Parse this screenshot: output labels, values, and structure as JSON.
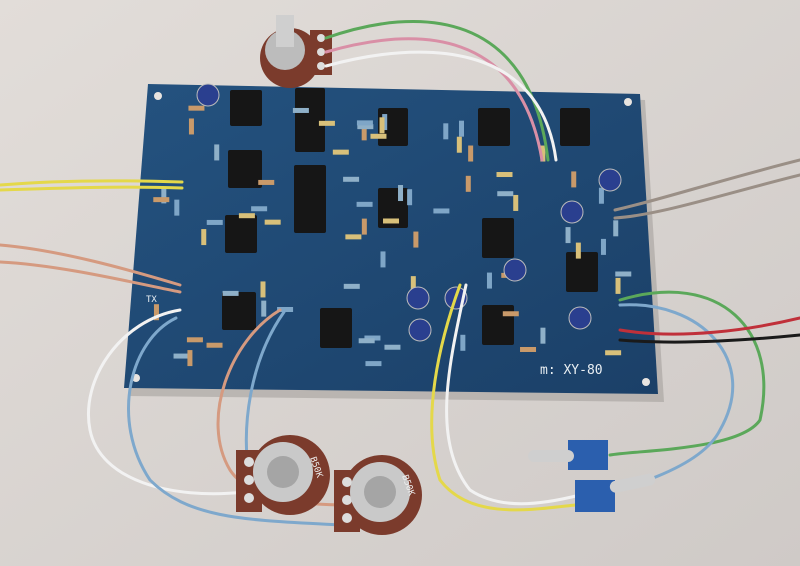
{
  "photo": {
    "subject": "",
    "board": {
      "label": "m: XY-80",
      "tx_label": "TX",
      "color": "#1f4a75"
    },
    "potentiometers": [
      {
        "label": "B50K"
      },
      {
        "label": "B50K"
      }
    ],
    "colors": {
      "background": "#d9d4d0",
      "board": "#1f4a75",
      "chip": "#161616",
      "wire_yellow": "#e4d84a",
      "wire_green": "#5ba85a",
      "wire_pink": "#d98fa6",
      "wire_white": "#f2f2f2",
      "wire_blue": "#7ea8cc",
      "wire_salmon": "#d59a80",
      "wire_gray": "#9a8f86",
      "wire_red": "#c0303a",
      "wire_black": "#1a1a1a"
    }
  }
}
